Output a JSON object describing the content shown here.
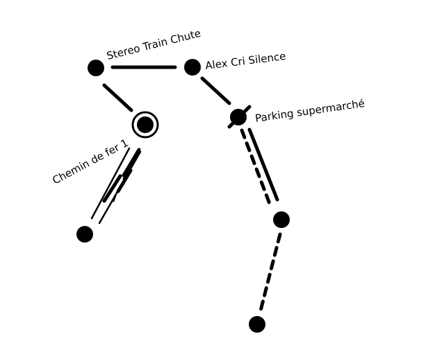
{
  "map": {
    "background": "#ffffff",
    "ink": "#000000",
    "labels": {
      "stereo_train_chute": "Stereo Train Chute",
      "alex_cri_silence": "Alex Cri Silence",
      "parking_supermarche": "Parking supermarché",
      "chemin_de_fer_1": "Chemin de fer 1"
    },
    "station_icons": {
      "stereo_train_chute": "station-dot-icon",
      "alex_cri_silence": "station-dot-icon",
      "parking_supermarche": "station-dot-with-bar-icon",
      "chemin_de_fer_1": "station-dot-ringed-icon",
      "track_endpoints": "station-dot-icon"
    },
    "line_styles": [
      "solid",
      "dashed",
      "double-rail"
    ]
  }
}
